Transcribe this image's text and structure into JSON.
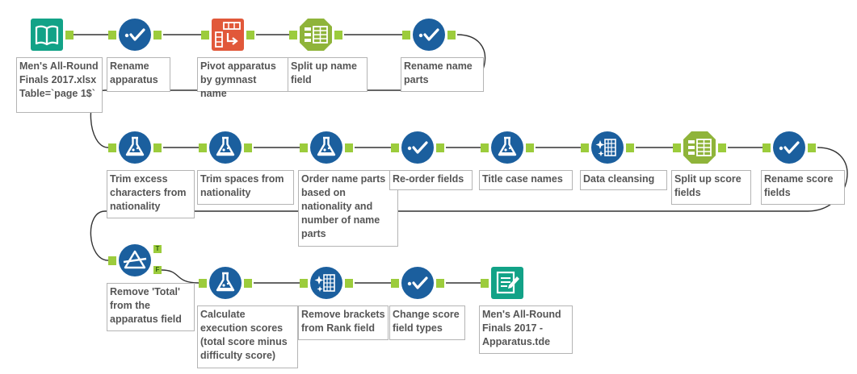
{
  "tools": [
    {
      "id": "input",
      "icon": "book-icon",
      "label": "Men's All-Round\nFinals 2017.xlsx\nTable=`page 1$`"
    },
    {
      "id": "rename-1",
      "icon": "checkmark-icon",
      "label": "Rename\napparatus"
    },
    {
      "id": "pivot",
      "icon": "crosstab-icon",
      "label": "Pivot apparatus\nby gymnast name"
    },
    {
      "id": "split-name",
      "icon": "text-to-columns-icon",
      "label": "Split up name\nfield"
    },
    {
      "id": "rename-parts",
      "icon": "checkmark-icon",
      "label": "Rename name\nparts"
    },
    {
      "id": "trim-excess",
      "icon": "formula-flask-icon",
      "label": "Trim excess\ncharacters from\nnationality"
    },
    {
      "id": "trim-spaces",
      "icon": "formula-flask-icon",
      "label": "Trim spaces from\nnationality"
    },
    {
      "id": "order-parts",
      "icon": "formula-flask-icon",
      "label": "Order name parts\nbased on\nnationality and\nnumber of name\nparts"
    },
    {
      "id": "reorder",
      "icon": "checkmark-icon",
      "label": "Re-order fields"
    },
    {
      "id": "title-case",
      "icon": "formula-flask-icon",
      "label": "Title case names"
    },
    {
      "id": "cleansing",
      "icon": "data-cleansing-icon",
      "label": "Data cleansing"
    },
    {
      "id": "split-score",
      "icon": "text-to-columns-icon",
      "label": "Split up score\nfields"
    },
    {
      "id": "rename-score",
      "icon": "checkmark-icon",
      "label": "Rename score\nfields"
    },
    {
      "id": "filter",
      "icon": "filter-triangle-icon",
      "label": "Remove 'Total'\nfrom the\napparatus field"
    },
    {
      "id": "calc-exec",
      "icon": "formula-flask-icon",
      "label": "Calculate\nexecution scores\n(total score minus\ndifficulty score)"
    },
    {
      "id": "remove-brackets",
      "icon": "data-cleansing-icon",
      "label": "Remove brackets\nfrom Rank field"
    },
    {
      "id": "change-types",
      "icon": "checkmark-icon",
      "label": "Change score\nfield types"
    },
    {
      "id": "output",
      "icon": "output-document-icon",
      "label": "Men's All-Round\nFinals 2017 -\nApparatus.tde"
    }
  ],
  "filter_anchors": {
    "true": "T",
    "false": "F"
  },
  "colors": {
    "blue": "#1b5f9e",
    "teal": "#12a287",
    "green": "#8fb43a",
    "orange": "#e1583a",
    "wire": "#333333",
    "anchor": "#9ccc3c"
  }
}
